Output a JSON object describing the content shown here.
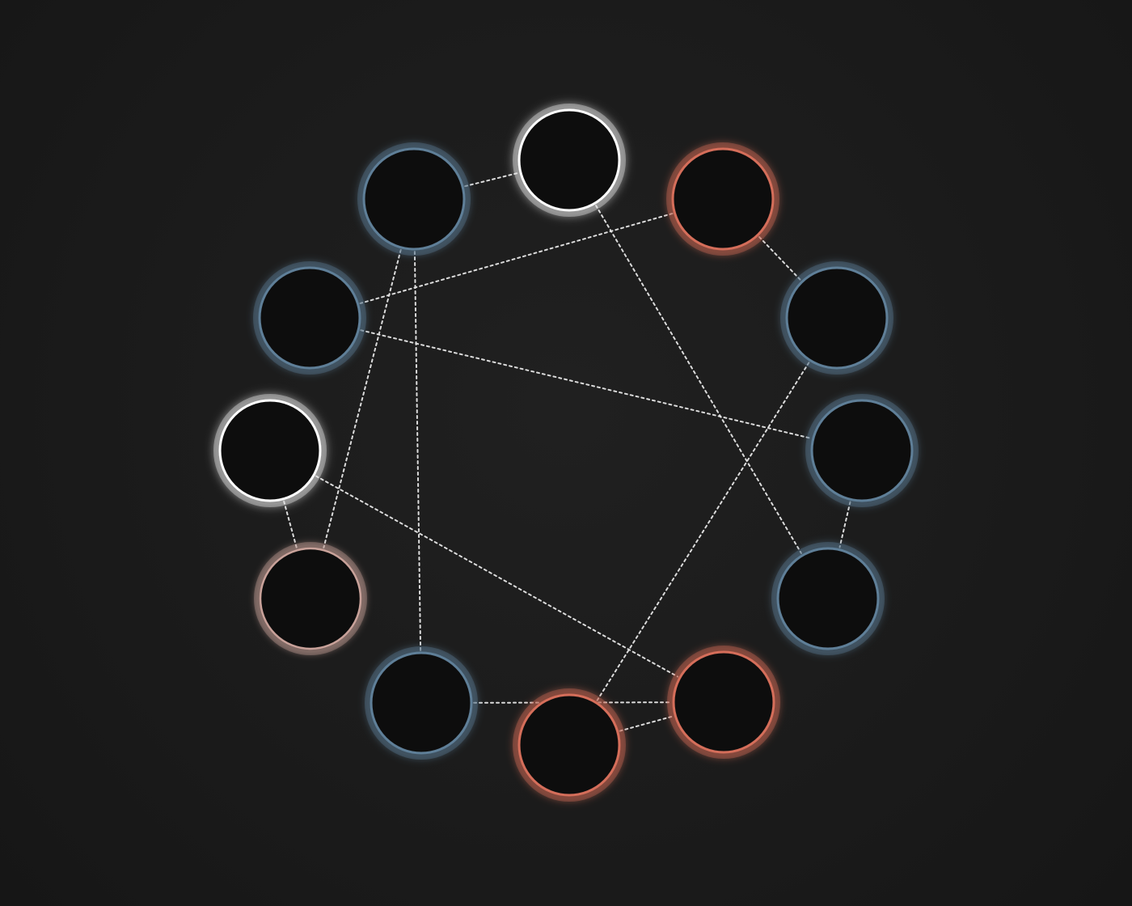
{
  "colors": {
    "background": "#1b1b1b",
    "node_fill": "#111111",
    "edge": "#e6e6e6",
    "blue": "#5f7f98",
    "white": "#ffffff",
    "red": "#d56e5a",
    "pink": "#c9a29a"
  },
  "nodes": [
    {
      "id": "n1",
      "color": "white"
    },
    {
      "id": "n2",
      "color": "red"
    },
    {
      "id": "n3",
      "color": "blue"
    },
    {
      "id": "n4",
      "color": "blue"
    },
    {
      "id": "n5",
      "color": "blue"
    },
    {
      "id": "n6",
      "color": "red"
    },
    {
      "id": "n7",
      "color": "red"
    },
    {
      "id": "n8",
      "color": "blue"
    },
    {
      "id": "n9",
      "color": "pink"
    },
    {
      "id": "n10",
      "color": "white"
    },
    {
      "id": "n11",
      "color": "blue"
    },
    {
      "id": "n12",
      "color": "blue"
    }
  ],
  "edges": [
    [
      "n12",
      "n1"
    ],
    [
      "n1",
      "n5"
    ],
    [
      "n2",
      "n11"
    ],
    [
      "n2",
      "n3"
    ],
    [
      "n11",
      "n4"
    ],
    [
      "n4",
      "n5"
    ],
    [
      "n12",
      "n9"
    ],
    [
      "n12",
      "n8"
    ],
    [
      "n10",
      "n9"
    ],
    [
      "n10",
      "n6"
    ],
    [
      "n8",
      "n6"
    ],
    [
      "n7",
      "n6"
    ],
    [
      "n7",
      "n3"
    ]
  ]
}
